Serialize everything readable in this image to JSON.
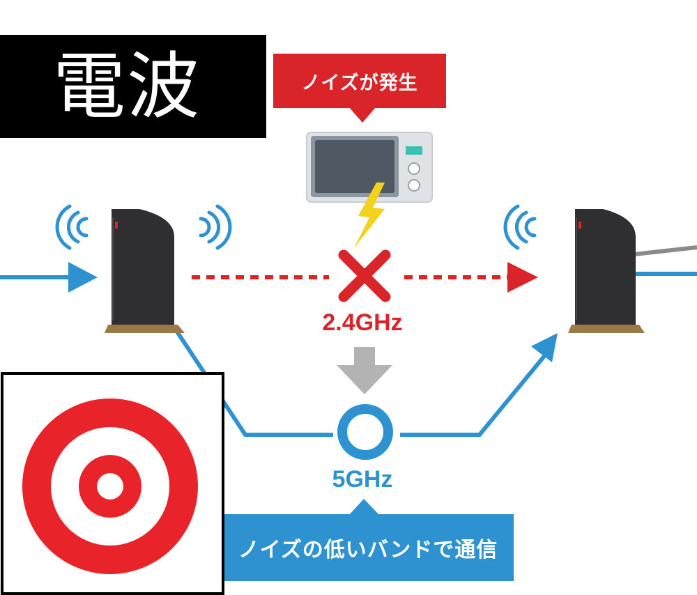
{
  "header": {
    "title": "電波"
  },
  "callouts": {
    "noise": "ノイズが発生",
    "communicate": "ノイズの低いバンドで通信"
  },
  "bands": {
    "band_24": "2.4GHz",
    "band_5": "5GHz"
  },
  "colors": {
    "red": "#d9242a",
    "blue": "#2e92d1",
    "router": "#2f2f31",
    "arrow_gray": "#b3b3b3",
    "microwave_body": "#dfe3e6",
    "bolt": "#f3d21d"
  },
  "icons": [
    "signal-waves-icon",
    "router-icon",
    "microwave-icon",
    "lightning-icon",
    "cross-icon",
    "circle-icon",
    "target-icon",
    "arrow-icon"
  ]
}
